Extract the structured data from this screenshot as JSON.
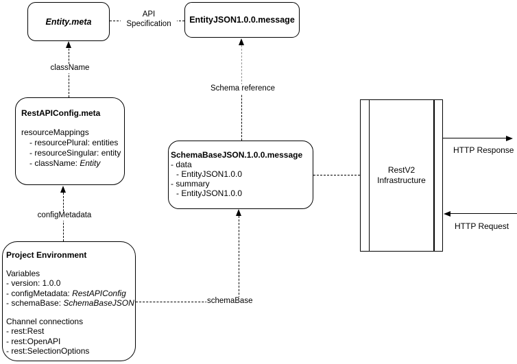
{
  "diagram": {
    "nodes": {
      "entity_meta": {
        "title": "Entity.meta"
      },
      "entity_json": {
        "title": "EntityJSON1.0.0.message"
      },
      "rest_api_config": {
        "title": "RestAPIConfig.meta",
        "lines": [
          {
            "text": "resourceMappings",
            "em": ""
          },
          {
            "text": "- resourcePlural: entities",
            "em": ""
          },
          {
            "text": "- resourceSingular: entity",
            "em": ""
          },
          {
            "text": "- className: ",
            "em": "Entity"
          }
        ]
      },
      "schema_base_json": {
        "title": "SchemaBaseJSON.1.0.0.message",
        "lines": [
          {
            "text": "- data",
            "em": ""
          },
          {
            "text": "- EntityJSON1.0.0",
            "em": ""
          },
          {
            "text": "- summary",
            "em": ""
          },
          {
            "text": "- EntityJSON1.0.0",
            "em": ""
          }
        ]
      },
      "project_environment": {
        "title": "Project Environment",
        "lines": [
          {
            "text": "Variables",
            "em": ""
          },
          {
            "text": "- version: 1.0.0",
            "em": ""
          },
          {
            "text": "- configMetadata: ",
            "em": "RestAPIConfig"
          },
          {
            "text": "- schemaBase: ",
            "em": "SchemaBaseJSON"
          },
          {
            "text": "Channel connections",
            "em": ""
          },
          {
            "text": "- rest:Rest",
            "em": ""
          },
          {
            "text": "- rest:OpenAPI",
            "em": ""
          },
          {
            "text": "- rest:SelectionOptions",
            "em": ""
          }
        ]
      },
      "restv2_infrastructure": {
        "line1": "RestV2",
        "line2": "Infrastructure"
      }
    },
    "edges": {
      "api_specification": {
        "line1": "API",
        "line2": "Specification"
      },
      "class_name": {
        "label": "className"
      },
      "config_metadata": {
        "label": "configMetadata"
      },
      "schema_reference": {
        "label": "Schema reference"
      },
      "schema_base": {
        "label": "schemaBase"
      },
      "http_response": {
        "label": "HTTP Response"
      },
      "http_request": {
        "label": "HTTP Request"
      }
    },
    "colors": {
      "line": "#000000",
      "muted_line": "#949494",
      "background": "#ffffff",
      "text": "#000000"
    }
  }
}
